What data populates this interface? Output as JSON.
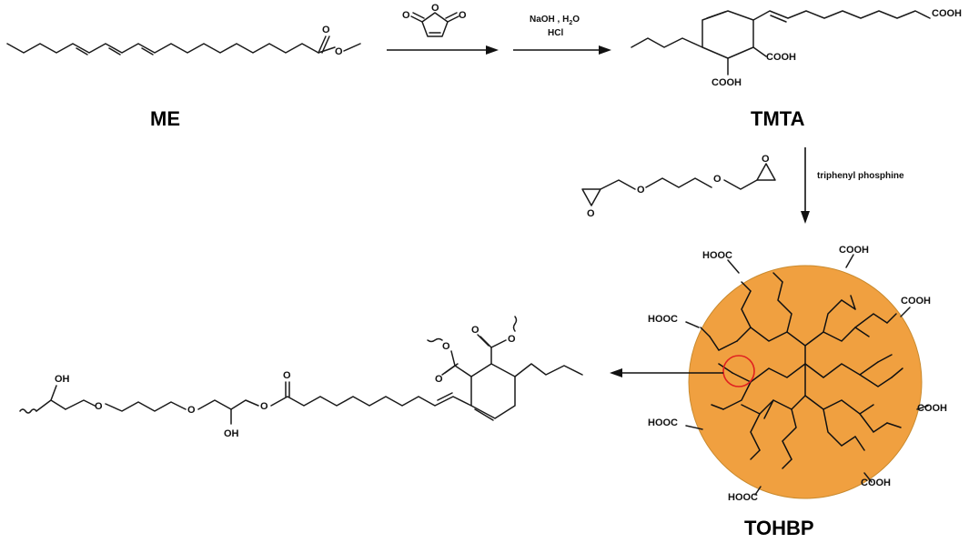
{
  "labels": {
    "me": "ME",
    "tmta": "TMTA",
    "tohbp": "TOHBP"
  },
  "conditions": {
    "step2_line1": "NaOH , H",
    "step2_sub": "2",
    "step2_line1_end": "O",
    "step2_line2": "HCl",
    "step3": "triphenyl phosphine"
  },
  "atoms": {
    "o": "O",
    "cooh": "COOH",
    "hooc": "HOOC",
    "oh": "OH"
  },
  "colors": {
    "particle": "#F0A040",
    "particle_edge": "#C98A2E",
    "highlight": "#E02020",
    "ink": "#111111"
  }
}
